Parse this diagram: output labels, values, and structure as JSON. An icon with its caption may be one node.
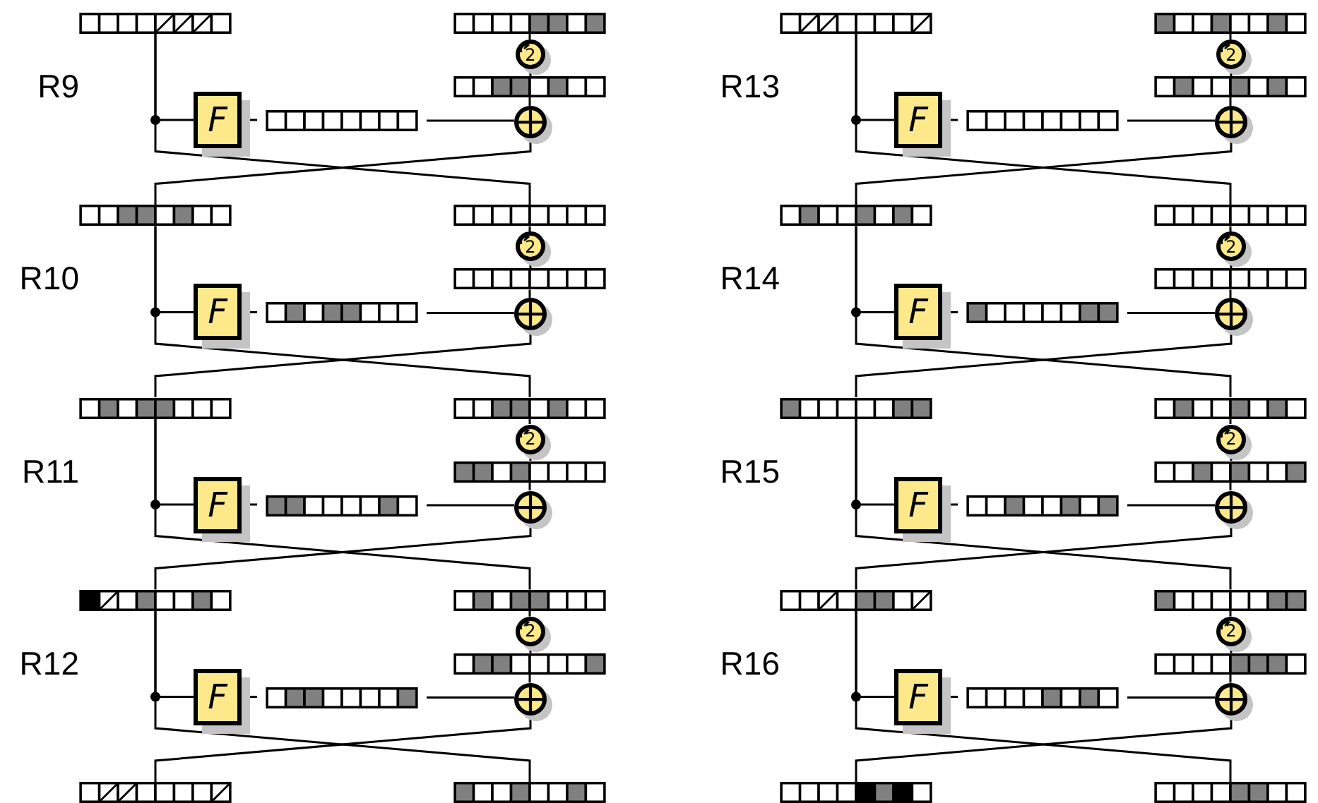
{
  "diagram": {
    "nodes": [
      {
        "text": [],
        "shape": "bar"
      },
      {
        "text": [],
        "shape": "bar"
      },
      {
        "text": [
          "2"
        ]
      },
      {
        "text": [],
        "shape": "bar"
      },
      {
        "text": [
          "F"
        ]
      },
      {
        "text": [],
        "shape": "bar"
      },
      {
        "text": [],
        "shape": "circle"
      },
      {
        "text": [],
        "shape": "bar"
      },
      {
        "text": [],
        "shape": "bar"
      },
      {
        "text": [
          "2"
        ]
      },
      {
        "text": [],
        "shape": "bar"
      },
      {
        "text": [
          "F"
        ]
      },
      {
        "text": [],
        "shape": "bar"
      },
      {
        "text": [],
        "shape": "circle"
      },
      {
        "text": [],
        "shape": "bar"
      },
      {
        "text": [],
        "shape": "bar"
      },
      {
        "text": [
          "2"
        ]
      },
      {
        "text": [],
        "shape": "bar"
      },
      {
        "text": [
          "F"
        ]
      },
      {
        "text": [],
        "shape": "bar"
      },
      {
        "text": [],
        "shape": "circle"
      },
      {
        "text": [],
        "shape": "bar"
      },
      {
        "text": [],
        "shape": "bar"
      },
      {
        "text": [
          "2"
        ]
      },
      {
        "text": [],
        "shape": "bar"
      },
      {
        "text": [
          "F"
        ]
      },
      {
        "text": [],
        "shape": "bar"
      },
      {
        "text": [],
        "shape": "circle"
      },
      {
        "text": [],
        "shape": "bar"
      },
      {
        "text": [],
        "shape": "bar"
      },
      {
        "text": [],
        "shape": "bar"
      },
      {
        "text": [],
        "shape": "bar"
      },
      {
        "text": [
          "2"
        ]
      },
      {
        "text": [],
        "shape": "bar"
      },
      {
        "text": [
          "F"
        ]
      },
      {
        "text": [],
        "shape": "bar"
      },
      {
        "text": [],
        "shape": "circle"
      },
      {
        "text": [],
        "shape": "bar"
      },
      {
        "text": [],
        "shape": "bar"
      },
      {
        "text": [
          "2"
        ]
      },
      {
        "text": [],
        "shape": "bar"
      },
      {
        "text": [
          "F"
        ]
      },
      {
        "text": [],
        "shape": "bar"
      },
      {
        "text": [],
        "shape": "circle"
      },
      {
        "text": [],
        "shape": "bar"
      },
      {
        "text": [],
        "shape": "bar"
      },
      {
        "text": [
          "2"
        ]
      },
      {
        "text": [],
        "shape": "bar"
      },
      {
        "text": [
          "F"
        ]
      },
      {
        "text": [],
        "shape": "bar"
      },
      {
        "text": [],
        "shape": "circle"
      },
      {
        "text": [],
        "shape": "bar"
      },
      {
        "text": [],
        "shape": "bar"
      },
      {
        "text": [
          "2"
        ]
      },
      {
        "text": [],
        "shape": "bar"
      },
      {
        "text": [
          "F"
        ]
      },
      {
        "text": [],
        "shape": "bar"
      },
      {
        "text": [],
        "shape": "circle"
      },
      {
        "text": [],
        "shape": "bar"
      },
      {
        "text": [],
        "shape": "bar"
      }
    ],
    "edges": [
      {
        "from": 0,
        "to": 4,
        "arrow": "none"
      },
      {
        "from": 4,
        "to": 5,
        "arrow": "none"
      },
      {
        "from": 5,
        "to": 6,
        "arrow": "none"
      },
      {
        "from": 1,
        "to": 2,
        "arrow": "none"
      },
      {
        "from": 2,
        "to": 3,
        "arrow": "none"
      },
      {
        "from": 3,
        "to": 6,
        "arrow": "none"
      },
      {
        "from": 6,
        "to": 7,
        "arrow": "none"
      },
      {
        "from": 0,
        "to": 8,
        "arrow": "none"
      },
      {
        "from": 7,
        "to": 11,
        "arrow": "none"
      },
      {
        "from": 11,
        "to": 12,
        "arrow": "none"
      },
      {
        "from": 12,
        "to": 13,
        "arrow": "none"
      },
      {
        "from": 8,
        "to": 9,
        "arrow": "none"
      },
      {
        "from": 9,
        "to": 10,
        "arrow": "none"
      },
      {
        "from": 10,
        "to": 13,
        "arrow": "none"
      },
      {
        "from": 13,
        "to": 14,
        "arrow": "none"
      },
      {
        "from": 7,
        "to": 15,
        "arrow": "none"
      },
      {
        "from": 14,
        "to": 18,
        "arrow": "none"
      },
      {
        "from": 18,
        "to": 19,
        "arrow": "none"
      },
      {
        "from": 19,
        "to": 20,
        "arrow": "none"
      },
      {
        "from": 15,
        "to": 16,
        "arrow": "none"
      },
      {
        "from": 16,
        "to": 17,
        "arrow": "none"
      },
      {
        "from": 17,
        "to": 20,
        "arrow": "none"
      },
      {
        "from": 20,
        "to": 21,
        "arrow": "none"
      },
      {
        "from": 14,
        "to": 22,
        "arrow": "none"
      },
      {
        "from": 21,
        "to": 25,
        "arrow": "none"
      },
      {
        "from": 25,
        "to": 26,
        "arrow": "none"
      },
      {
        "from": 26,
        "to": 27,
        "arrow": "none"
      },
      {
        "from": 22,
        "to": 23,
        "arrow": "none"
      },
      {
        "from": 23,
        "to": 24,
        "arrow": "none"
      },
      {
        "from": 24,
        "to": 27,
        "arrow": "none"
      },
      {
        "from": 27,
        "to": 28,
        "arrow": "none"
      },
      {
        "from": 21,
        "to": 29,
        "arrow": "none"
      },
      {
        "from": 30,
        "to": 34,
        "arrow": "none"
      },
      {
        "from": 34,
        "to": 35,
        "arrow": "none"
      },
      {
        "from": 35,
        "to": 36,
        "arrow": "none"
      },
      {
        "from": 31,
        "to": 32,
        "arrow": "none"
      },
      {
        "from": 32,
        "to": 33,
        "arrow": "none"
      },
      {
        "from": 33,
        "to": 36,
        "arrow": "none"
      },
      {
        "from": 36,
        "to": 37,
        "arrow": "none"
      },
      {
        "from": 30,
        "to": 38,
        "arrow": "none"
      },
      {
        "from": 37,
        "to": 41,
        "arrow": "none"
      },
      {
        "from": 41,
        "to": 42,
        "arrow": "none"
      },
      {
        "from": 42,
        "to": 43,
        "arrow": "none"
      },
      {
        "from": 38,
        "to": 39,
        "arrow": "none"
      },
      {
        "from": 39,
        "to": 40,
        "arrow": "none"
      },
      {
        "from": 40,
        "to": 43,
        "arrow": "none"
      },
      {
        "from": 43,
        "to": 44,
        "arrow": "none"
      },
      {
        "from": 37,
        "to": 45,
        "arrow": "none"
      },
      {
        "from": 44,
        "to": 48,
        "arrow": "none"
      },
      {
        "from": 48,
        "to": 49,
        "arrow": "none"
      },
      {
        "from": 49,
        "to": 50,
        "arrow": "none"
      },
      {
        "from": 45,
        "to": 46,
        "arrow": "none"
      },
      {
        "from": 46,
        "to": 47,
        "arrow": "none"
      },
      {
        "from": 47,
        "to": 50,
        "arrow": "none"
      },
      {
        "from": 50,
        "to": 51,
        "arrow": "none"
      },
      {
        "from": 44,
        "to": 52,
        "arrow": "none"
      },
      {
        "from": 51,
        "to": 55,
        "arrow": "none"
      },
      {
        "from": 55,
        "to": 56,
        "arrow": "none"
      },
      {
        "from": 56,
        "to": 57,
        "arrow": "none"
      },
      {
        "from": 52,
        "to": 53,
        "arrow": "none"
      },
      {
        "from": 53,
        "to": 54,
        "arrow": "none"
      },
      {
        "from": 54,
        "to": 57,
        "arrow": "none"
      },
      {
        "from": 57,
        "to": 58,
        "arrow": "none"
      },
      {
        "from": 51,
        "to": 59,
        "arrow": "none"
      }
    ],
    "labels": [
      "R9",
      "R10",
      "R11",
      "R12",
      "R13",
      "R14",
      "R15",
      "R16"
    ]
  }
}
